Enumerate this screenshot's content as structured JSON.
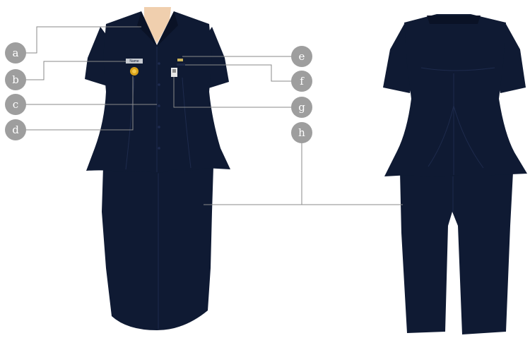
{
  "colors": {
    "uniform": "#0f1a33",
    "uniform_shadow": "#0a1226",
    "skin": "#f0cfae",
    "callout": "#9e9e9e",
    "badge_gold": "#d9a21a",
    "name_tag": "#c8ccd2"
  },
  "name_tag_text": "Name",
  "callouts": [
    {
      "id": "a",
      "label": "a"
    },
    {
      "id": "b",
      "label": "b"
    },
    {
      "id": "c",
      "label": "c"
    },
    {
      "id": "d",
      "label": "d"
    },
    {
      "id": "e",
      "label": "e"
    },
    {
      "id": "f",
      "label": "f"
    },
    {
      "id": "g",
      "label": "g"
    },
    {
      "id": "h",
      "label": "h"
    }
  ]
}
